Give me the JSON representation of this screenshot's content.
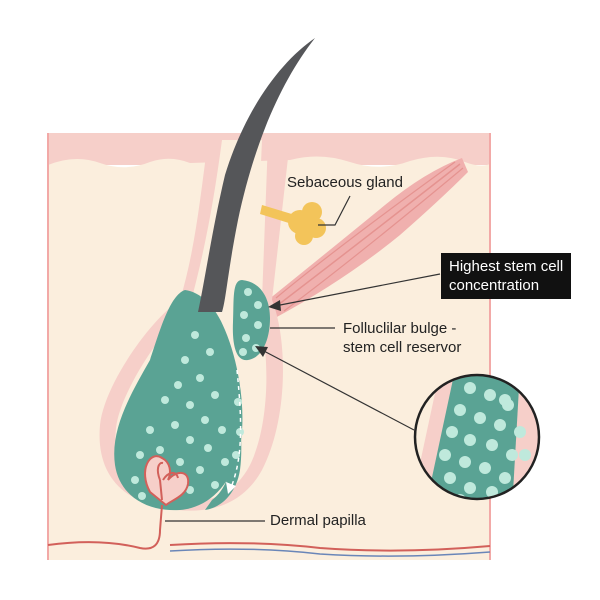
{
  "labels": {
    "sebaceous_gland": "Sebaceous gland",
    "highest_stem_cell_line1": "Highest stem cell",
    "highest_stem_cell_line2": "concentration",
    "bulge_line1": "Folluclilar bulge -",
    "bulge_line2": "stem cell reservor",
    "dermal_papilla": "Dermal papilla"
  },
  "colors": {
    "skin_pink": "#f6cfc9",
    "skin_edge": "#f2a9a7",
    "dermis": "#fbeedd",
    "follicle_teal": "#5aa394",
    "cell_dot": "#bfe9dc",
    "hair": "#555659",
    "gland_yellow": "#f3c45a",
    "muscle": "#eea2a0",
    "vessel_red": "#d2605a",
    "vessel_blue": "#6a86b8",
    "callout_bg": "#111111"
  }
}
